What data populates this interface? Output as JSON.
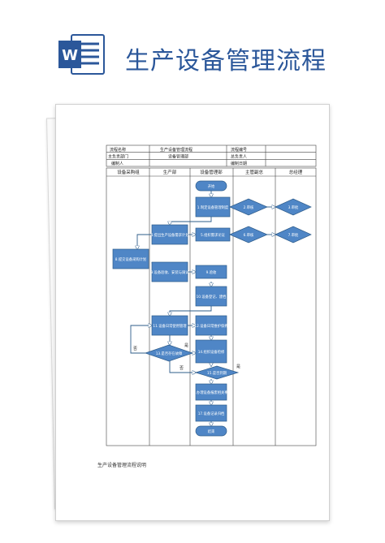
{
  "document_title": "生产设备管理流程",
  "word_icon": "word-document-icon",
  "table": {
    "rows": [
      [
        "流程名称",
        "生产设备管理流程",
        "流程编号",
        ""
      ],
      [
        "主负责部门",
        "设备管理部",
        "总负责人",
        ""
      ],
      [
        "编制人",
        "",
        "编制日期",
        ""
      ]
    ],
    "lanes": [
      "设备采购组",
      "生产部",
      "设备管理部",
      "主管副总",
      "总经理"
    ]
  },
  "nodes": {
    "start": "开始",
    "n1": "1.制定设备管理制度",
    "n2": "2.审核",
    "n3": "3.审批",
    "n4": "4.提出生产设备需求计划",
    "n5": "5.组织需求论证",
    "n6": "6.审核",
    "n7": "7.审批",
    "n8": "8.提交设备采购计划",
    "n9": "9.设备验收、安装与调试",
    "n10": "9.验收",
    "n11": "10.设备登记、建档",
    "n12": "11.设备日常使用管理",
    "n13": "12.设备日常维护保养",
    "n14": "14.组织设备检修",
    "n15": "13.是否存在故障",
    "n16": "15.是否到期",
    "n17": "16.办理设备报废相关事宜",
    "n18": "17.设备记录归档",
    "end": "结束"
  },
  "branch_labels": {
    "no_left": "否",
    "yes_right": "是",
    "no_bottom": "否",
    "yes_bottom": "是"
  },
  "caption": "生产设备管理流程说明",
  "colors": {
    "box_fill": "#4f86c6",
    "box_stroke": "#2e5c8a",
    "title": "#2b579a"
  }
}
